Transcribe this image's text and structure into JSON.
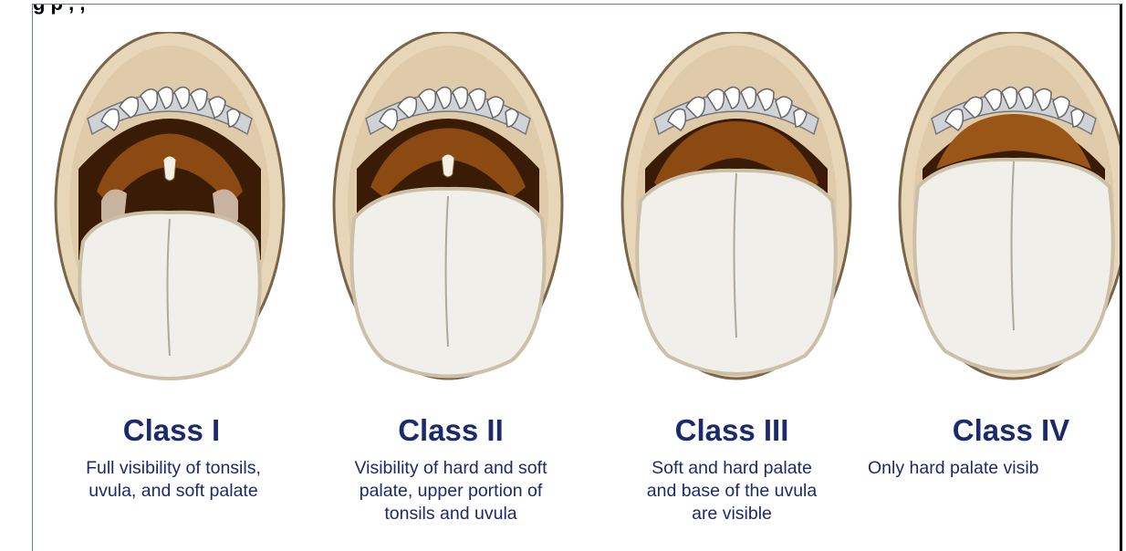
{
  "header": {
    "title": "g       p     , ,  "
  },
  "classes": [
    {
      "title": "Class I",
      "description": "Full visibility of tonsils,\nuvula, and soft palate"
    },
    {
      "title": "Class II",
      "description": "Visibility of hard and soft\npalate, upper portion of\ntonsils and uvula"
    },
    {
      "title": "Class III",
      "description": "Soft and hard palate\nand base of the uvula\nare visible"
    },
    {
      "title": "Class IV",
      "description": "Only hard palate visib"
    }
  ],
  "colors": {
    "title": "#1b2a6b",
    "lips": "#e8d6b8",
    "lip_edge": "#b39a77",
    "throat": "#3a1c06",
    "palate": "#8a4a12",
    "tongue": "#f1efe9",
    "teeth": "#ffffff"
  }
}
